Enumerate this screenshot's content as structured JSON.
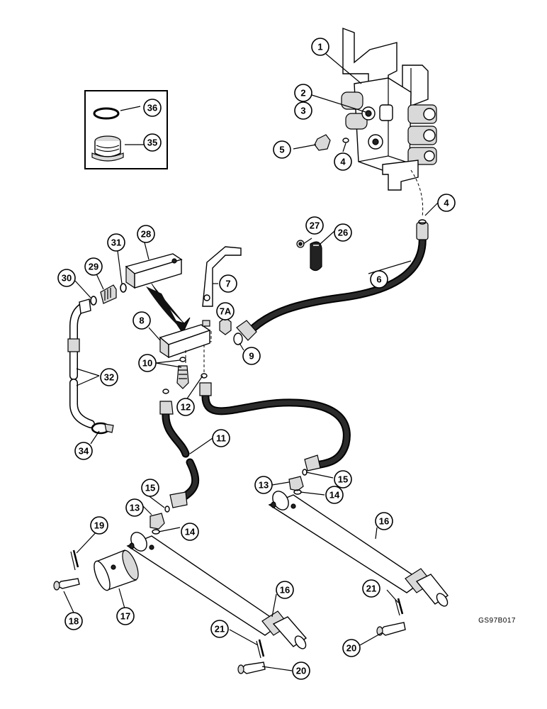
{
  "figure": {
    "reference_code": "GS97B017"
  },
  "callouts": [
    {
      "id": "c1",
      "label": "1"
    },
    {
      "id": "c2",
      "label": "2"
    },
    {
      "id": "c3",
      "label": "3"
    },
    {
      "id": "c4a",
      "label": "4"
    },
    {
      "id": "c4b",
      "label": "4"
    },
    {
      "id": "c5",
      "label": "5"
    },
    {
      "id": "c6",
      "label": "6"
    },
    {
      "id": "c7",
      "label": "7"
    },
    {
      "id": "c7a",
      "label": "7A"
    },
    {
      "id": "c8",
      "label": "8"
    },
    {
      "id": "c9",
      "label": "9"
    },
    {
      "id": "c10",
      "label": "10"
    },
    {
      "id": "c11",
      "label": "11"
    },
    {
      "id": "c12",
      "label": "12"
    },
    {
      "id": "c13a",
      "label": "13"
    },
    {
      "id": "c13b",
      "label": "13"
    },
    {
      "id": "c14a",
      "label": "14"
    },
    {
      "id": "c14b",
      "label": "14"
    },
    {
      "id": "c15a",
      "label": "15"
    },
    {
      "id": "c15b",
      "label": "15"
    },
    {
      "id": "c16a",
      "label": "16"
    },
    {
      "id": "c16b",
      "label": "16"
    },
    {
      "id": "c17",
      "label": "17"
    },
    {
      "id": "c18",
      "label": "18"
    },
    {
      "id": "c19",
      "label": "19"
    },
    {
      "id": "c20a",
      "label": "20"
    },
    {
      "id": "c20b",
      "label": "20"
    },
    {
      "id": "c21a",
      "label": "21"
    },
    {
      "id": "c21b",
      "label": "21"
    },
    {
      "id": "c26",
      "label": "26"
    },
    {
      "id": "c27",
      "label": "27"
    },
    {
      "id": "c28",
      "label": "28"
    },
    {
      "id": "c29",
      "label": "29"
    },
    {
      "id": "c30",
      "label": "30"
    },
    {
      "id": "c31",
      "label": "31"
    },
    {
      "id": "c32",
      "label": "32"
    },
    {
      "id": "c34",
      "label": "34"
    },
    {
      "id": "c35",
      "label": "35"
    },
    {
      "id": "c36",
      "label": "36"
    }
  ]
}
